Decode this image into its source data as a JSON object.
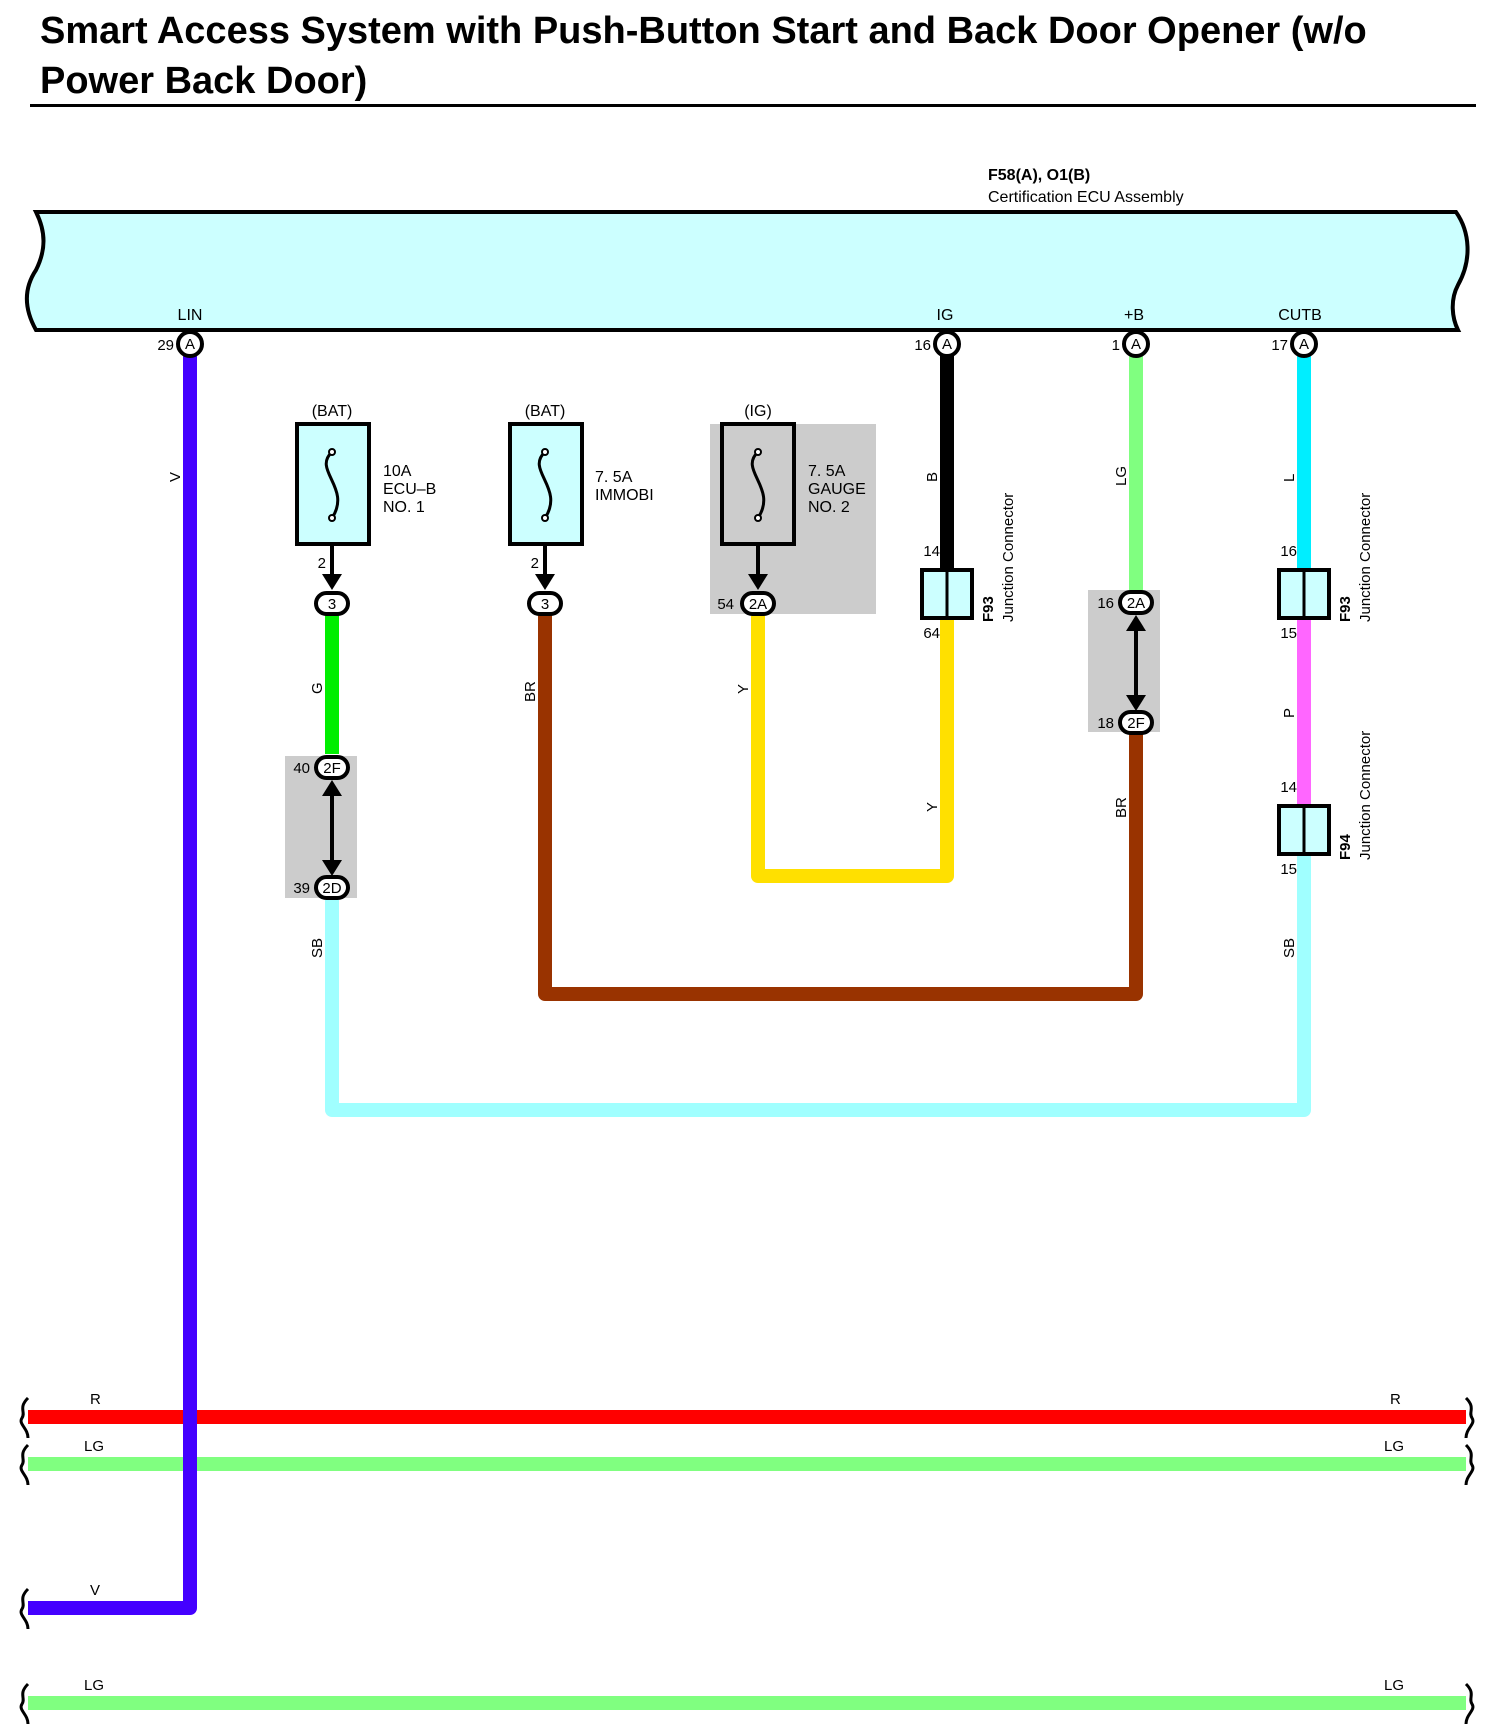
{
  "title": "Smart Access System with Push-Button Start and Back Door Opener (w/o Power Back Door)",
  "ecu": {
    "code": "F58(A), O1(B)",
    "name": "Certification ECU Assembly",
    "color": "#ccffff",
    "terminals": [
      {
        "name": "LIN",
        "pin": "29",
        "conn": "A"
      },
      {
        "name": "IG",
        "pin": "16",
        "conn": "A"
      },
      {
        "name": "+B",
        "pin": "1",
        "conn": "A"
      },
      {
        "name": "CUTB",
        "pin": "17",
        "conn": "A"
      }
    ]
  },
  "fuses": [
    {
      "source": "(BAT)",
      "rating": "10A",
      "name_line1": "ECU–B",
      "name_line2": "NO. 1",
      "out_pin": "2",
      "conn": "3"
    },
    {
      "source": "(BAT)",
      "rating": "7. 5A",
      "name_line1": "IMMOBI",
      "out_pin": "2",
      "conn": "3"
    },
    {
      "source": "(IG)",
      "rating": "7. 5A",
      "name_line1": "GAUGE",
      "name_line2": "NO. 2",
      "out_pin": "54",
      "conn": "2A"
    }
  ],
  "junction_blocks": [
    {
      "top_pin": "40",
      "top_conn": "2F",
      "bottom_pin": "39",
      "bottom_conn": "2D"
    },
    {
      "top_pin": "16",
      "top_conn": "2A",
      "bottom_pin": "18",
      "bottom_conn": "2F"
    }
  ],
  "junction_connectors": [
    {
      "code": "F93",
      "name": "Junction Connector",
      "in_pin": "14",
      "out_pin": "64"
    },
    {
      "code": "F93",
      "name": "Junction Connector",
      "in_pin": "16",
      "out_pin": "15"
    },
    {
      "code": "F94",
      "name": "Junction Connector",
      "in_pin": "14",
      "out_pin": "15"
    }
  ],
  "wire_labels": {
    "lin": "V",
    "ecu_b_out": "G",
    "ecu_b_after": "SB",
    "immobi_out": "BR",
    "gauge_out": "Y",
    "gauge_return": "Y",
    "ig_in": "B",
    "plusb_in": "LG",
    "plusb_after": "BR",
    "cutb_in": "L",
    "cutb_mid": "P",
    "cutb_after": "SB"
  },
  "bus_wires": [
    {
      "label_left": "R",
      "label_right": "R",
      "color": "#ff0000"
    },
    {
      "label_left": "LG",
      "label_right": "LG",
      "color": "#80ff80"
    },
    {
      "label_left": "V",
      "label_right": "",
      "color": "#4400ff"
    },
    {
      "label_left": "LG",
      "label_right": "LG",
      "color": "#80ff80"
    }
  ],
  "colors": {
    "V": "#4400ff",
    "G": "#00ee00",
    "SB": "#a0ffff",
    "BR": "#993300",
    "Y": "#ffe000",
    "B": "#000000",
    "LG": "#80ff80",
    "L": "#00eeff",
    "P": "#ff66ff",
    "R": "#ff0000",
    "block_gray": "#cccccc"
  }
}
